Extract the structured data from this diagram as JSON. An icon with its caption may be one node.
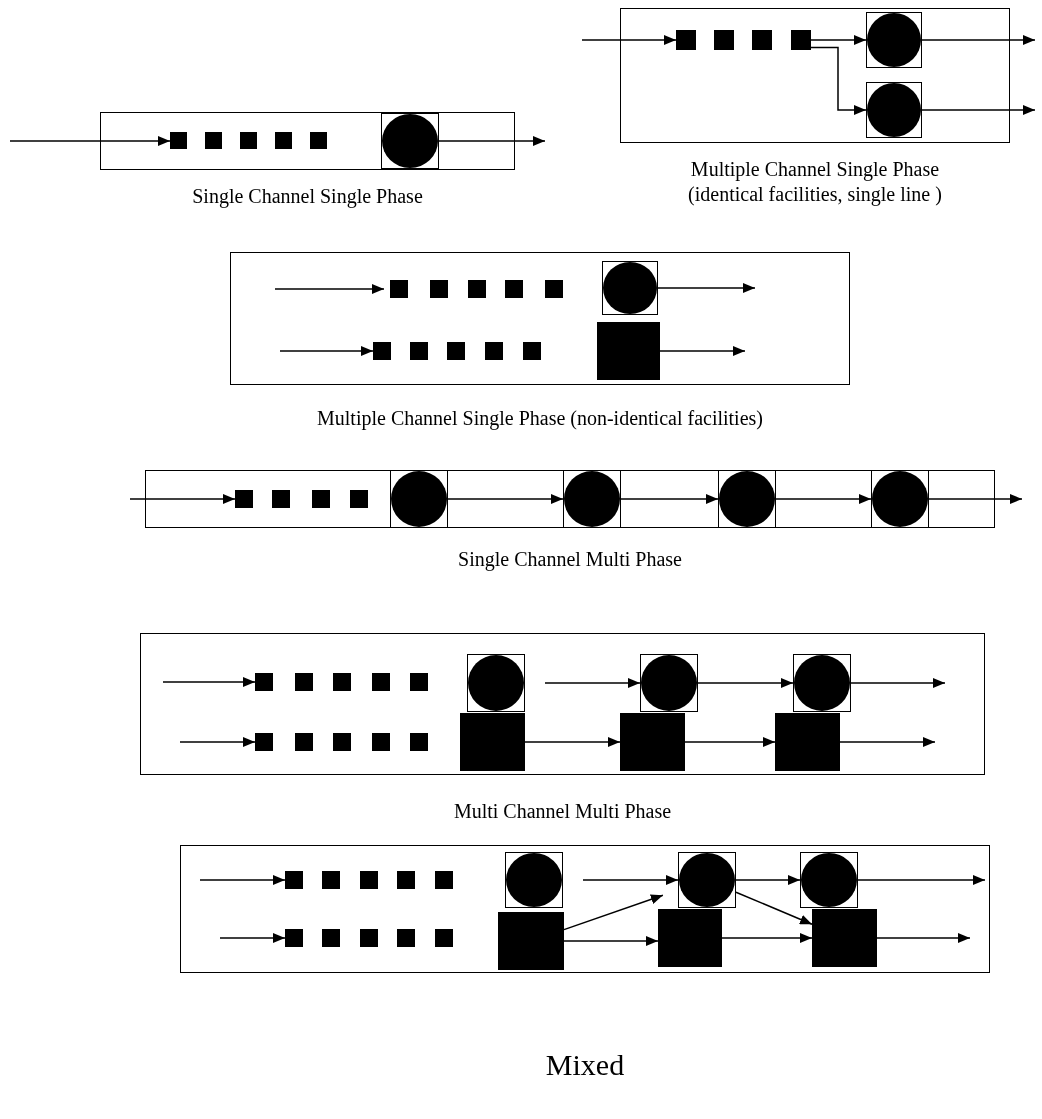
{
  "diagram": {
    "nodes": [
      {
        "text": [
          "Single Channel Single Phase"
        ]
      },
      {
        "text": [],
        "shape": "box",
        "in": 0
      },
      {
        "text": [],
        "shape": "box",
        "in": 0
      },
      {
        "text": [],
        "shape": "box",
        "in": 0
      },
      {
        "text": [],
        "shape": "box",
        "in": 0
      },
      {
        "text": [],
        "shape": "box",
        "in": 0
      },
      {
        "text": [],
        "shape": "circle",
        "in": 0
      },
      {
        "text": [
          "Multiple Channel Single Phase (identical facilities, single line )"
        ]
      },
      {
        "text": [],
        "shape": "box",
        "in": 7
      },
      {
        "text": [],
        "shape": "box",
        "in": 7
      },
      {
        "text": [],
        "shape": "box",
        "in": 7
      },
      {
        "text": [],
        "shape": "box",
        "in": 7
      },
      {
        "text": [],
        "shape": "circle",
        "in": 7
      },
      {
        "text": [],
        "shape": "circle",
        "in": 7
      },
      {
        "text": [
          "Multiple Channel Single Phase (non-identical facilities)"
        ]
      },
      {
        "text": [],
        "shape": "box",
        "in": 14
      },
      {
        "text": [],
        "shape": "box",
        "in": 14
      },
      {
        "text": [],
        "shape": "box",
        "in": 14
      },
      {
        "text": [],
        "shape": "box",
        "in": 14
      },
      {
        "text": [],
        "shape": "box",
        "in": 14
      },
      {
        "text": [],
        "shape": "circle",
        "in": 14
      },
      {
        "text": [],
        "shape": "box",
        "in": 14
      },
      {
        "text": [],
        "shape": "box",
        "in": 14
      },
      {
        "text": [],
        "shape": "box",
        "in": 14
      },
      {
        "text": [],
        "shape": "box",
        "in": 14
      },
      {
        "text": [],
        "shape": "box",
        "in": 14
      },
      {
        "text": [],
        "shape": "box",
        "in": 14
      },
      {
        "text": [
          "Single Channel Multi Phase"
        ]
      },
      {
        "text": [],
        "shape": "box",
        "in": 27
      },
      {
        "text": [],
        "shape": "box",
        "in": 27
      },
      {
        "text": [],
        "shape": "box",
        "in": 27
      },
      {
        "text": [],
        "shape": "box",
        "in": 27
      },
      {
        "text": [],
        "shape": "circle",
        "in": 27
      },
      {
        "text": [],
        "shape": "circle",
        "in": 27
      },
      {
        "text": [],
        "shape": "circle",
        "in": 27
      },
      {
        "text": [],
        "shape": "circle",
        "in": 27
      },
      {
        "text": [
          "Multi Channel Multi Phase"
        ]
      },
      {
        "text": [],
        "shape": "box",
        "in": 36
      },
      {
        "text": [],
        "shape": "box",
        "in": 36
      },
      {
        "text": [],
        "shape": "box",
        "in": 36
      },
      {
        "text": [],
        "shape": "box",
        "in": 36
      },
      {
        "text": [],
        "shape": "box",
        "in": 36
      },
      {
        "text": [],
        "shape": "circle",
        "in": 36
      },
      {
        "text": [],
        "shape": "circle",
        "in": 36
      },
      {
        "text": [],
        "shape": "circle",
        "in": 36
      },
      {
        "text": [],
        "shape": "box",
        "in": 36
      },
      {
        "text": [],
        "shape": "box",
        "in": 36
      },
      {
        "text": [],
        "shape": "box",
        "in": 36
      },
      {
        "text": [],
        "shape": "box",
        "in": 36
      },
      {
        "text": [],
        "shape": "box",
        "in": 36
      },
      {
        "text": [],
        "shape": "box",
        "in": 36
      },
      {
        "text": [],
        "shape": "box",
        "in": 36
      },
      {
        "text": [],
        "shape": "box",
        "in": 36
      },
      {
        "text": [
          "Mixed"
        ]
      },
      {
        "text": [],
        "shape": "box",
        "in": 53
      },
      {
        "text": [],
        "shape": "box",
        "in": 53
      },
      {
        "text": [],
        "shape": "box",
        "in": 53
      },
      {
        "text": [],
        "shape": "box",
        "in": 53
      },
      {
        "text": [],
        "shape": "box",
        "in": 53
      },
      {
        "text": [],
        "shape": "circle",
        "in": 53
      },
      {
        "text": [],
        "shape": "circle",
        "in": 53
      },
      {
        "text": [],
        "shape": "circle",
        "in": 53
      },
      {
        "text": [],
        "shape": "box",
        "in": 53
      },
      {
        "text": [],
        "shape": "box",
        "in": 53
      },
      {
        "text": [],
        "shape": "box",
        "in": 53
      },
      {
        "text": [],
        "shape": "box",
        "in": 53
      },
      {
        "text": [],
        "shape": "box",
        "in": 53
      },
      {
        "text": [],
        "shape": "box",
        "in": 53
      },
      {
        "text": [],
        "shape": "box",
        "in": 53
      },
      {
        "text": [],
        "shape": "box",
        "in": 53
      }
    ],
    "edges": [
      {
        "from": null,
        "to": 1,
        "arrow": "to"
      },
      {
        "from": 6,
        "to": null,
        "arrow": "to"
      },
      {
        "from": null,
        "to": 8,
        "arrow": "to"
      },
      {
        "from": 11,
        "to": 12,
        "arrow": "to"
      },
      {
        "from": 11,
        "to": 13,
        "arrow": "to"
      },
      {
        "from": 12,
        "to": null,
        "arrow": "to"
      },
      {
        "from": 13,
        "to": null,
        "arrow": "to"
      },
      {
        "from": null,
        "to": 15,
        "arrow": "to"
      },
      {
        "from": 20,
        "to": null,
        "arrow": "to"
      },
      {
        "from": null,
        "to": 21,
        "arrow": "to"
      },
      {
        "from": 26,
        "to": null,
        "arrow": "to"
      },
      {
        "from": null,
        "to": 28,
        "arrow": "to"
      },
      {
        "from": 32,
        "to": 33,
        "arrow": "to"
      },
      {
        "from": 33,
        "to": 34,
        "arrow": "to"
      },
      {
        "from": 34,
        "to": 35,
        "arrow": "to"
      },
      {
        "from": 35,
        "to": null,
        "arrow": "to"
      },
      {
        "from": null,
        "to": 37,
        "arrow": "to"
      },
      {
        "from": 42,
        "to": 43,
        "arrow": "to"
      },
      {
        "from": 43,
        "to": 44,
        "arrow": "to"
      },
      {
        "from": 44,
        "to": null,
        "arrow": "to"
      },
      {
        "from": null,
        "to": 45,
        "arrow": "to"
      },
      {
        "from": 50,
        "to": 51,
        "arrow": "to"
      },
      {
        "from": 51,
        "to": 52,
        "arrow": "to"
      },
      {
        "from": 52,
        "to": null,
        "arrow": "to"
      },
      {
        "from": null,
        "to": 54,
        "arrow": "to"
      },
      {
        "from": 59,
        "to": 60,
        "arrow": "to"
      },
      {
        "from": 60,
        "to": 61,
        "arrow": "to"
      },
      {
        "from": 61,
        "to": null,
        "arrow": "to"
      },
      {
        "from": null,
        "to": 62,
        "arrow": "to"
      },
      {
        "from": 67,
        "to": 68,
        "arrow": "to"
      },
      {
        "from": 68,
        "to": 69,
        "arrow": "to"
      },
      {
        "from": 69,
        "to": null,
        "arrow": "to"
      },
      {
        "from": 67,
        "to": 60,
        "arrow": "to"
      },
      {
        "from": 60,
        "to": 69,
        "arrow": "to"
      }
    ]
  }
}
